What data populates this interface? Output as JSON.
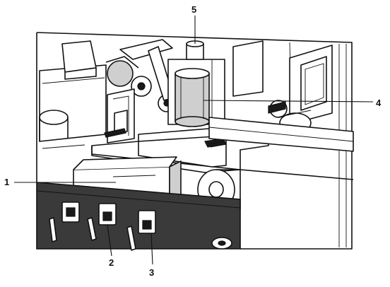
{
  "callouts": [
    {
      "id": "1",
      "label": "1"
    },
    {
      "id": "2",
      "label": "2"
    },
    {
      "id": "3",
      "label": "3"
    },
    {
      "id": "4",
      "label": "4"
    },
    {
      "id": "5",
      "label": "5"
    }
  ],
  "colors": {
    "ink": "#111111",
    "panel": "#3a3a3a",
    "paper": "#ffffff"
  }
}
